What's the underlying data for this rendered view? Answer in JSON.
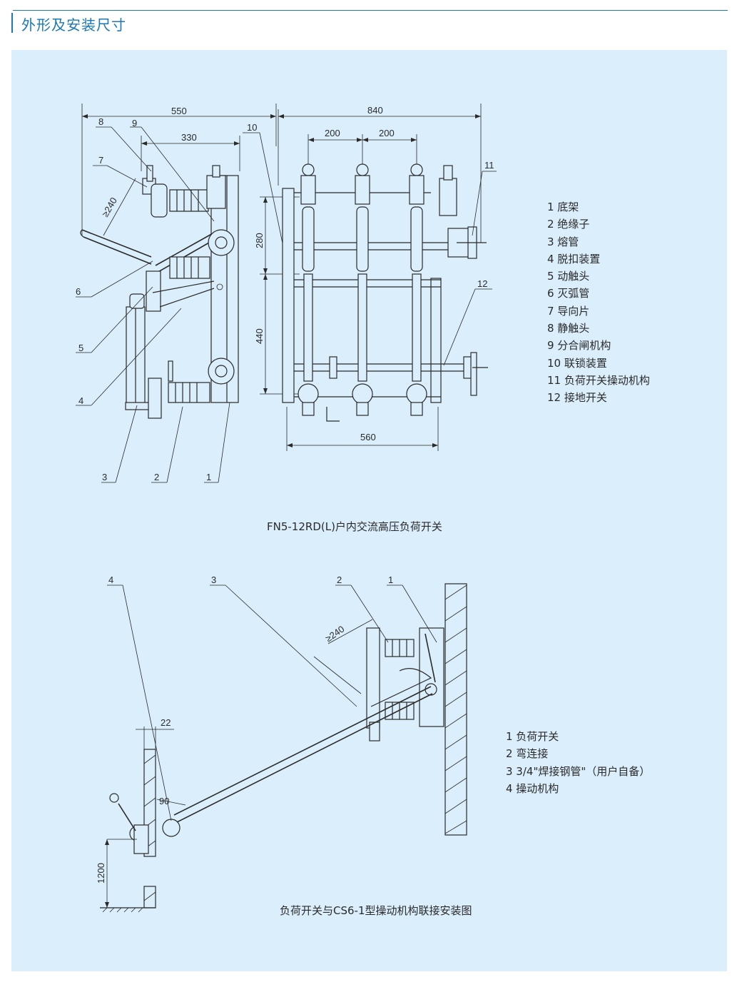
{
  "header": {
    "title": "外形及安装尺寸"
  },
  "diagram1": {
    "caption": "FN5-12RD(L)户内交流高压负荷开关",
    "dims": {
      "d550": "550",
      "d330": "330",
      "d240": "≥240",
      "d840": "840",
      "d200a": "200",
      "d200b": "200",
      "d280": "280",
      "d440": "440",
      "d560": "560"
    },
    "callouts": [
      "1",
      "2",
      "3",
      "4",
      "5",
      "6",
      "7",
      "8",
      "9",
      "10",
      "11",
      "12"
    ],
    "legend": [
      "1  底架",
      "2  绝缘子",
      "3  熔管",
      "4  脱扣装置",
      "5  动触头",
      "6  灭弧管",
      "7  导向片",
      "8  静触头",
      "9  分合闸机构",
      "10 联锁装置",
      "11 负荷开关操动机构",
      "12 接地开关"
    ]
  },
  "diagram2": {
    "caption": "负荷开关与CS6-1型操动机构联接安装图",
    "dims": {
      "d240": "≥240",
      "d22": "22",
      "d90": "90",
      "d1200": "1200"
    },
    "callouts": [
      "1",
      "2",
      "3",
      "4"
    ],
    "legend": [
      "1  负荷开关",
      "2  弯连接",
      "3  3/4\"焊接钢管\"（用户自备）",
      "4  操动机构"
    ]
  }
}
